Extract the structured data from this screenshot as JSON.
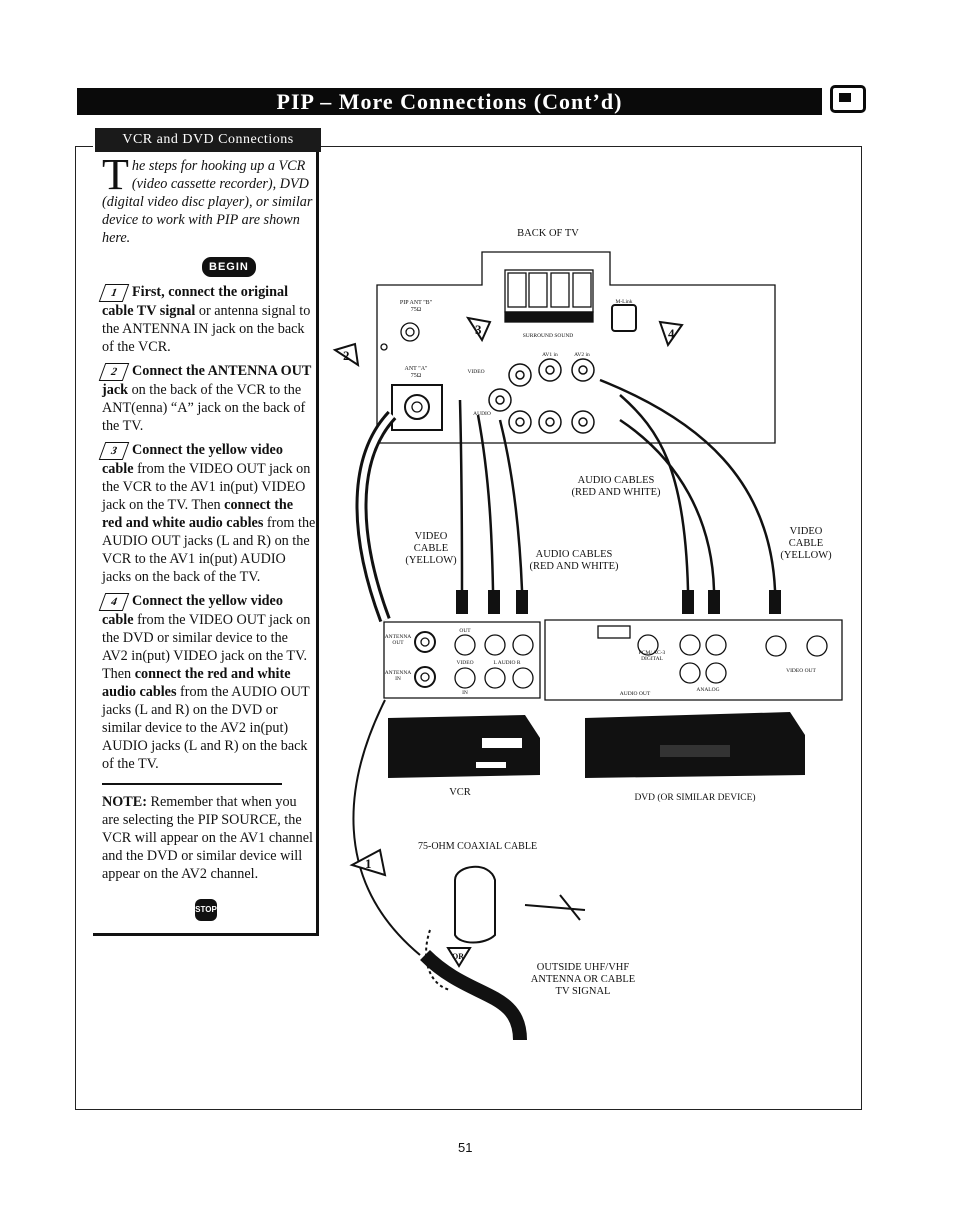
{
  "header": {
    "title": "PIP – More Connections (Cont’d)"
  },
  "panel": {
    "heading": "VCR and DVD Connections",
    "intro_dropcap": "T",
    "intro_rest": "he steps for hooking up a VCR (video cassette recorder), DVD (digital video disc player), or similar device to work with PIP are shown here.",
    "begin_label": "BEGIN",
    "steps": [
      {
        "num": "1",
        "bold": "First, connect the original cable TV signal",
        "text": " or antenna signal to the ANTENNA IN jack on the back of the VCR."
      },
      {
        "num": "2",
        "bold": "Connect the ANTENNA OUT jack",
        "text": " on the back of the VCR to the ANT(enna) “A” jack on the back of the TV."
      },
      {
        "num": "3",
        "bold": "Connect the yellow video cable",
        "text": " from the VIDEO OUT jack on the VCR to the AV1 in(put) VIDEO jack on the TV. Then ",
        "bold2": "connect the red and white audio cables",
        "text2": " from the AUDIO OUT jacks (L and R) on the VCR to the AV1 in(put) AUDIO jacks on the back of the TV."
      },
      {
        "num": "4",
        "bold": "Connect the yellow video cable",
        "text": " from the VIDEO OUT jack on the DVD or similar device to the AV2 in(put) VIDEO jack on the TV. Then ",
        "bold2": "connect the red and white audio cables",
        "text2": " from the AUDIO OUT jacks (L and R) on the DVD or similar device to the AV2 in(put) AUDIO jacks (L and R) on the back of the TV."
      }
    ],
    "note_label": "NOTE:",
    "note_text": " Remember that when you are selecting the PIP SOURCE, the VCR will appear on the AV1 channel and the DVD or similar device will appear on the AV2 channel.",
    "stop_label": "STOP"
  },
  "diagram": {
    "back_of_tv": "BACK OF TV",
    "video_cable_left": "VIDEO CABLE (YELLOW)",
    "audio_cables_mid": "AUDIO CABLES (RED AND WHITE)",
    "audio_cables_top": "AUDIO CABLES (RED AND WHITE)",
    "video_cable_right": "VIDEO CABLE (YELLOW)",
    "vcr": "VCR",
    "dvd": "DVD (OR SIMILAR DEVICE)",
    "coax": "75-OHM COAXIAL CABLE",
    "outside": "OUTSIDE UHF/VHF ANTENNA OR CABLE TV SIGNAL",
    "or_label": "OR",
    "pip_ant_b": "PIP ANT \"B\" 75Ω",
    "ant_a": "ANT \"A\" 75Ω",
    "surround": "SURROUND SOUND",
    "mlink": "M-Link",
    "av1in": "AV1 in",
    "av2in": "AV2 in",
    "tv_video": "VIDEO",
    "tv_audio": "AUDIO",
    "vcr_ant_out": "ANTENNA OUT",
    "vcr_ant_in": "ANTENNA IN",
    "vcr_out": "OUT",
    "vcr_in": "IN",
    "vcr_video": "VIDEO",
    "vcr_audio": "L AUDIO R",
    "dvd_audio_out": "AUDIO OUT",
    "dvd_video_out": "VIDEO OUT",
    "dvd_pcm": "PCM/ AC-3 DIGITAL",
    "dvd_analog": "ANALOG"
  },
  "page_number": "51",
  "colors": {
    "ink": "#111111",
    "paper": "#ffffff"
  }
}
